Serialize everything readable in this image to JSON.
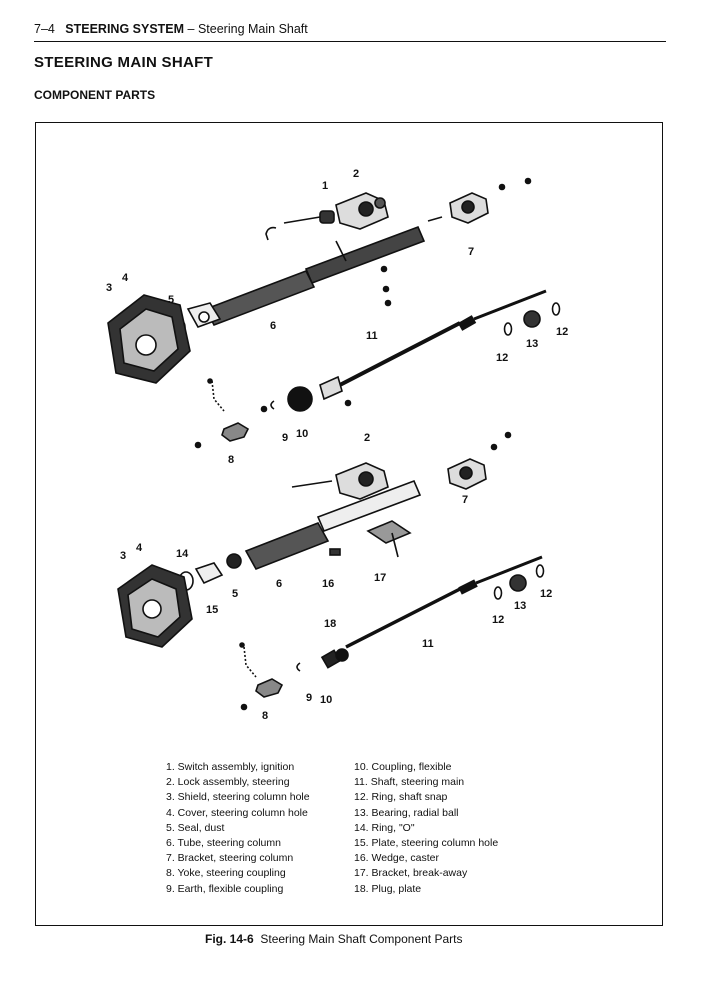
{
  "header": {
    "page_number": "7–4",
    "chapter": "STEERING SYSTEM",
    "separator": " – ",
    "topic": "Steering Main Shaft"
  },
  "section_title": "STEERING MAIN SHAFT",
  "subsection_title": "COMPONENT PARTS",
  "figure": {
    "label": "Fig. 14-6",
    "title": "Steering Main Shaft Component Parts",
    "top_callouts": [
      "1",
      "2",
      "3",
      "4",
      "5",
      "6",
      "7",
      "8",
      "9",
      "10",
      "11",
      "12",
      "12",
      "13"
    ],
    "bottom_callouts": [
      "2",
      "3",
      "4",
      "14",
      "5",
      "15",
      "6",
      "16",
      "17",
      "7",
      "18",
      "11",
      "12",
      "12",
      "13",
      "8",
      "9",
      "10"
    ]
  },
  "legend": {
    "left": [
      "1.  Switch assembly, ignition",
      "2.  Lock assembly, steering",
      "3.  Shield, steering column hole",
      "4.  Cover, steering column hole",
      "5.  Seal, dust",
      "6.  Tube, steering column",
      "7.  Bracket, steering column",
      "8.  Yoke, steering coupling",
      "9.  Earth, flexible coupling"
    ],
    "right": [
      "10.  Coupling, flexible",
      "11.  Shaft, steering main",
      "12.  Ring, shaft snap",
      "13.  Bearing, radial ball",
      "14.  Ring, \"O\"",
      "15.  Plate, steering column hole",
      "16.  Wedge, caster",
      "17.  Bracket, break-away",
      "18.  Plug, plate"
    ]
  }
}
